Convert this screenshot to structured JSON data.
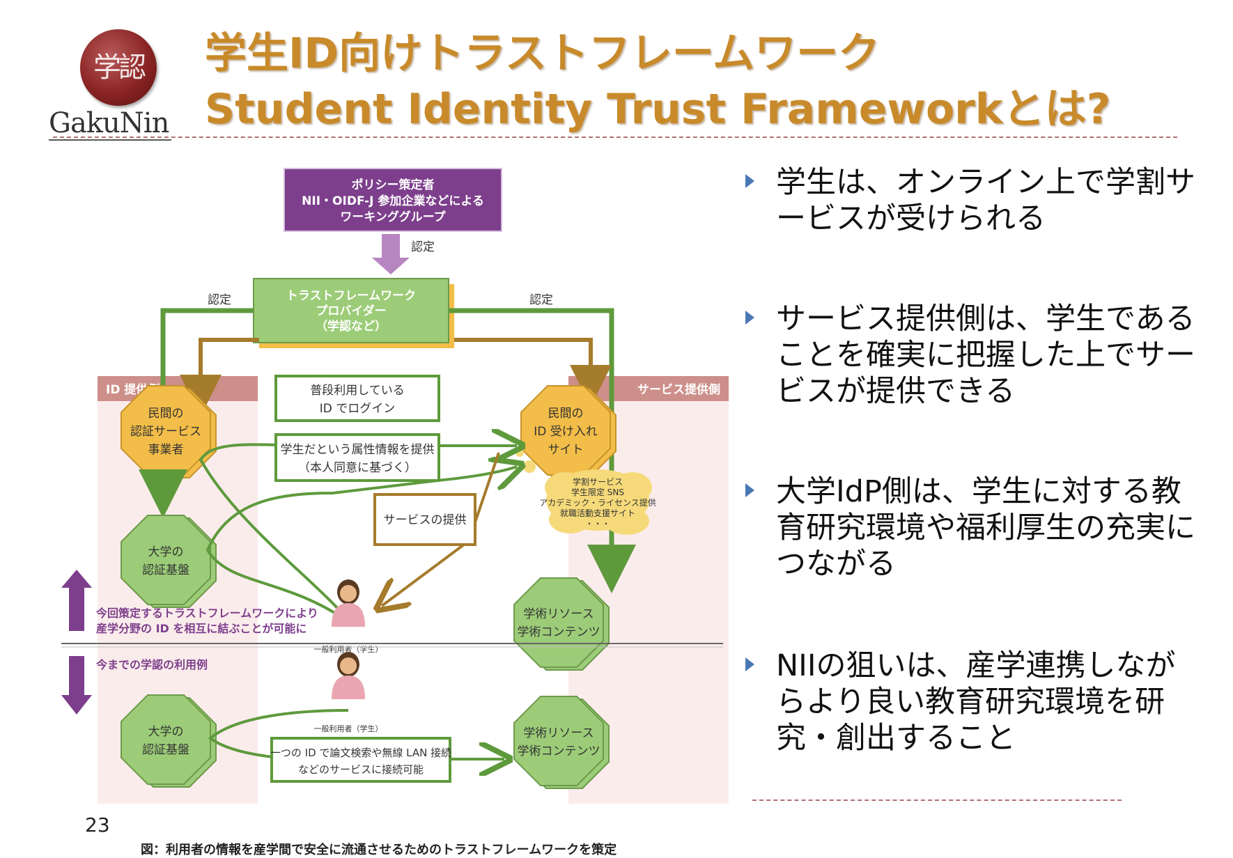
{
  "header": {
    "logo_seal": "学認",
    "logo_word": "GakuNin",
    "title_line1": "学生ID向けトラストフレームワーク",
    "title_line2": "Student Identity Trust Frameworkとは?"
  },
  "diagram": {
    "policy_box": [
      "ポリシー策定者",
      "NII・OIDF-J 参加企業などによる",
      "ワーキンググループ"
    ],
    "certify_label": "認定",
    "provider_box": [
      "トラストフレームワーク",
      "プロバイダー",
      "（学認など）"
    ],
    "id_side_label": "ID 提供側",
    "service_side_label": "サービス提供側",
    "private_auth": [
      "民間の",
      "認証サービス",
      "事業者"
    ],
    "private_site": [
      "民間の",
      "ID 受け入れ",
      "サイト"
    ],
    "univ_auth": [
      "大学の",
      "認証基盤"
    ],
    "academic_resource": [
      "学術リソース",
      "学術コンテンツ"
    ],
    "login_box": [
      "普段利用している",
      "ID でログイン"
    ],
    "attribute_box": [
      "学生だという属性情報を提供",
      "（本人同意に基づく）"
    ],
    "service_box": "サービスの提供",
    "cloud_items": [
      "学割サービス",
      "学生限定 SNS",
      "アカデミック・ライセンス提供",
      "就職活動支援サイト",
      "・・・"
    ],
    "user_label": "一般利用者（学生）",
    "new_framework_note": [
      "今回策定するトラストフレームワークにより",
      "産学分野の ID を相互に結ぶことが可能に"
    ],
    "current_usage_label": "今までの学認の利用例",
    "one_id_box": [
      "一つの ID で論文検索や無線 LAN 接続",
      "などのサービスに接続可能"
    ],
    "colors": {
      "purple": "#7d3f8c",
      "green": "#5e9a3c",
      "brown": "#a57b2c",
      "orange": "#f2bd48",
      "light_green": "#9ccc78",
      "pink": "#e9a6b0"
    }
  },
  "bullets": [
    "学生は、オンライン上で学割サービスが受けられる",
    "サービス提供側は、学生であることを確実に把握した上でサービスが提供できる",
    "大学IdP側は、学生に対する教育研究環境や福利厚生の充実につながる",
    "NIIの狙いは、産学連携しながらより良い教育研究環境を研究・創出すること"
  ],
  "page_number": "23",
  "caption": "図：利用者の情報を産学間で安全に流通させるためのトラストフレームワークを策定"
}
